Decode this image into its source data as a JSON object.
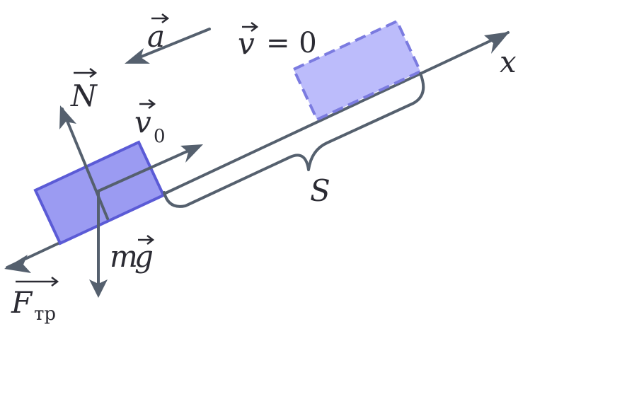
{
  "colors": {
    "line": "#55606e",
    "block_fill": "#9b9bf2",
    "block_stroke": "#5b5bd6",
    "ghost_fill": "#bcbcfb",
    "ghost_stroke": "#7b7be0",
    "text": "#2b2b33"
  },
  "labels": {
    "accel": "a",
    "velocity_final_symbol": "v",
    "velocity_final_eq": "= 0",
    "normal": "N",
    "velocity_initial_symbol": "v",
    "velocity_initial_sub": "0",
    "distance": "S",
    "axis": "x",
    "gravity_m": "m",
    "gravity_g": "g",
    "friction": "F",
    "friction_sub": "тр"
  }
}
